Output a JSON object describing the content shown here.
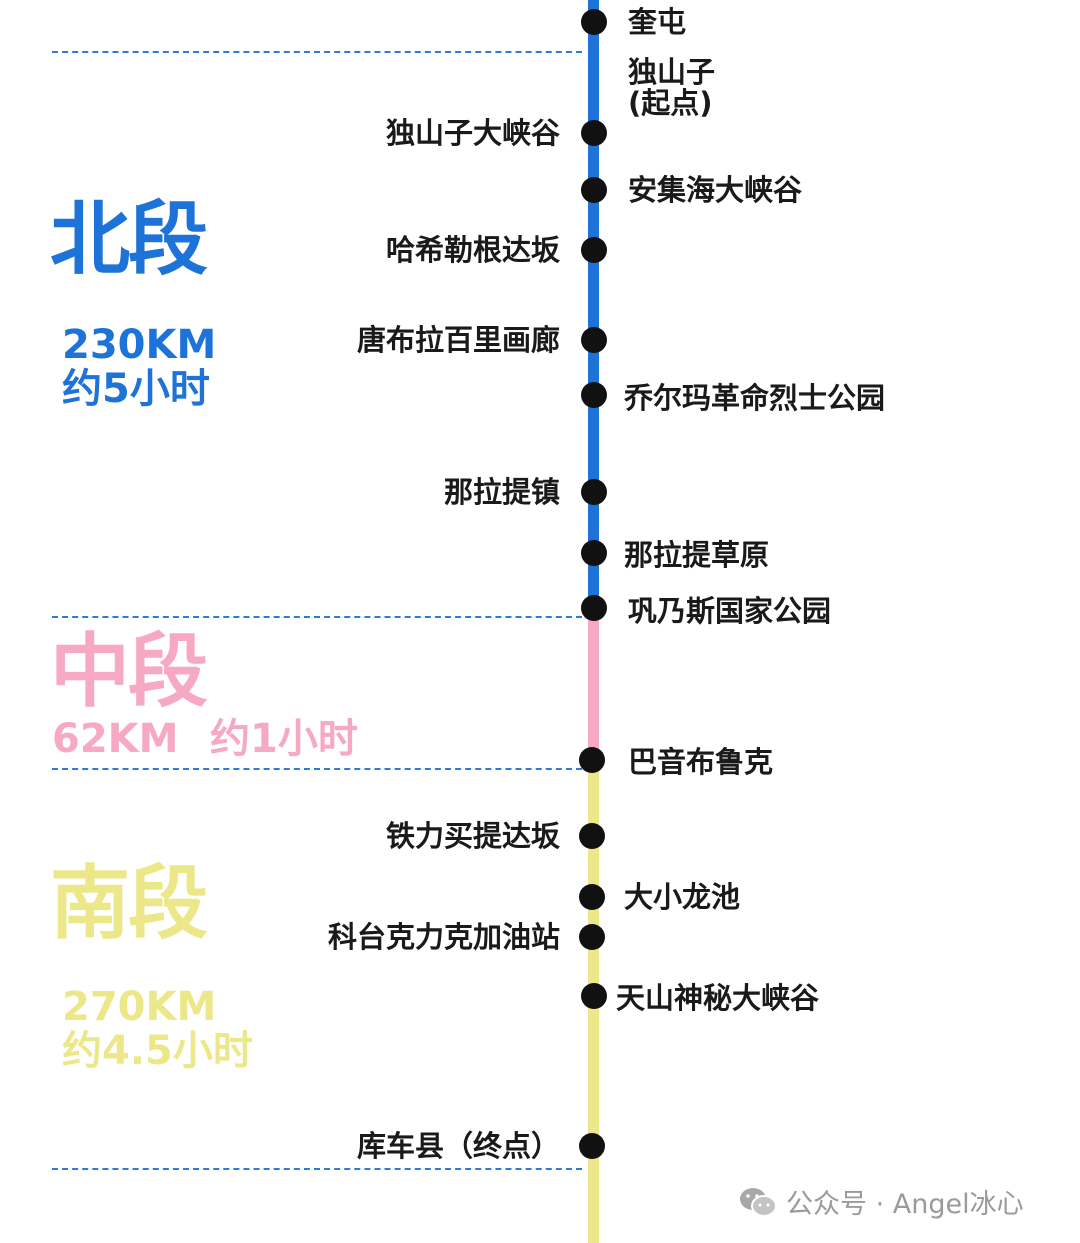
{
  "segments": {
    "north": {
      "title": "北段",
      "line1": "230KM",
      "line2": "约5小时",
      "color": "#1e73d8"
    },
    "middle": {
      "title": "中段",
      "line1": "62KM",
      "line2": "约1小时",
      "color": "#f6a8c5"
    },
    "south": {
      "title": "南段",
      "line1": "270KM",
      "line2": "约4.5小时",
      "color": "#ece88a"
    }
  },
  "stops": {
    "s01": "奎屯",
    "s02": "独山子",
    "s02b": "(起点)",
    "s03": "独山子大峡谷",
    "s04": "安集海大峡谷",
    "s05": "哈希勒根达坂",
    "s06": "唐布拉百里画廊",
    "s07": "乔尔玛革命烈士公园",
    "s08": "那拉提镇",
    "s09": "那拉提草原",
    "s10": "巩乃斯国家公园",
    "s11": "巴音布鲁克",
    "s12": "铁力买提达坂",
    "s13": "大小龙池",
    "s14": "科台克力克加油站",
    "s15": "天山神秘大峡谷",
    "s16": "库车县（终点）"
  },
  "watermark": {
    "text": "公众号 · Angel冰心",
    "icon": "wechat-icon"
  }
}
